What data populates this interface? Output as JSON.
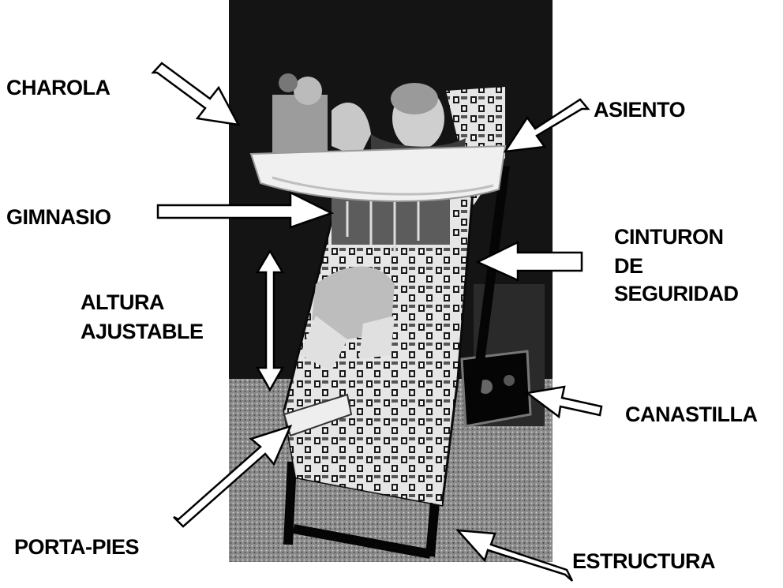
{
  "labels": {
    "charola": "CHAROLA",
    "asiento": "ASIENTO",
    "gimnasio": "GIMNASIO",
    "cinturon_line1": "CINTURON",
    "cinturon_line2": "DE",
    "cinturon_line3": "SEGURIDAD",
    "altura_line1": "ALTURA",
    "altura_line2": "AJUSTABLE",
    "canastilla": "CANASTILLA",
    "porta_pies": "PORTA-PIES",
    "estructura": "ESTRUCTURA"
  },
  "colors": {
    "ink": "#000000",
    "paper": "#ffffff",
    "photo_dark": "#111111",
    "fabric_light": "#d8d8d8"
  },
  "icons": {
    "arrow": "hollow-block-arrow",
    "double_arrow": "hollow-double-arrow"
  }
}
